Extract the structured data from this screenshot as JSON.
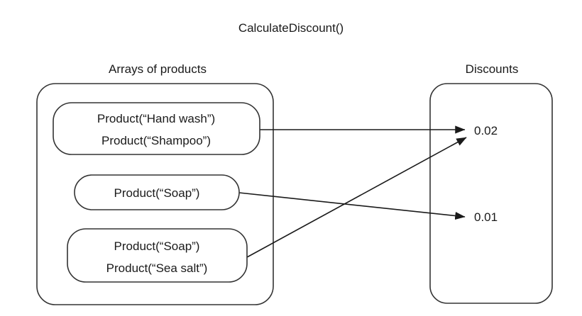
{
  "diagram": {
    "title": "CalculateDiscount()",
    "columns": {
      "left_label": "Arrays of products",
      "right_label": "Discounts"
    },
    "input_groups": [
      {
        "id": "group-1",
        "lines": [
          "Product(“Hand wash”)",
          "Product(“Shampoo”)"
        ]
      },
      {
        "id": "group-2",
        "lines": [
          "Product(“Soap”)"
        ]
      },
      {
        "id": "group-3",
        "lines": [
          "Product(“Soap”)",
          "Product(“Sea salt”)"
        ]
      }
    ],
    "outputs": [
      {
        "id": "discount-1",
        "value": "0.02"
      },
      {
        "id": "discount-2",
        "value": "0.01"
      }
    ],
    "connections": [
      {
        "from": "group-1",
        "to": "discount-1"
      },
      {
        "from": "group-2",
        "to": "discount-2"
      },
      {
        "from": "group-3",
        "to": "discount-1"
      }
    ],
    "colors": {
      "stroke": "#333333",
      "text": "#1a1a1a",
      "background": "#ffffff"
    }
  }
}
